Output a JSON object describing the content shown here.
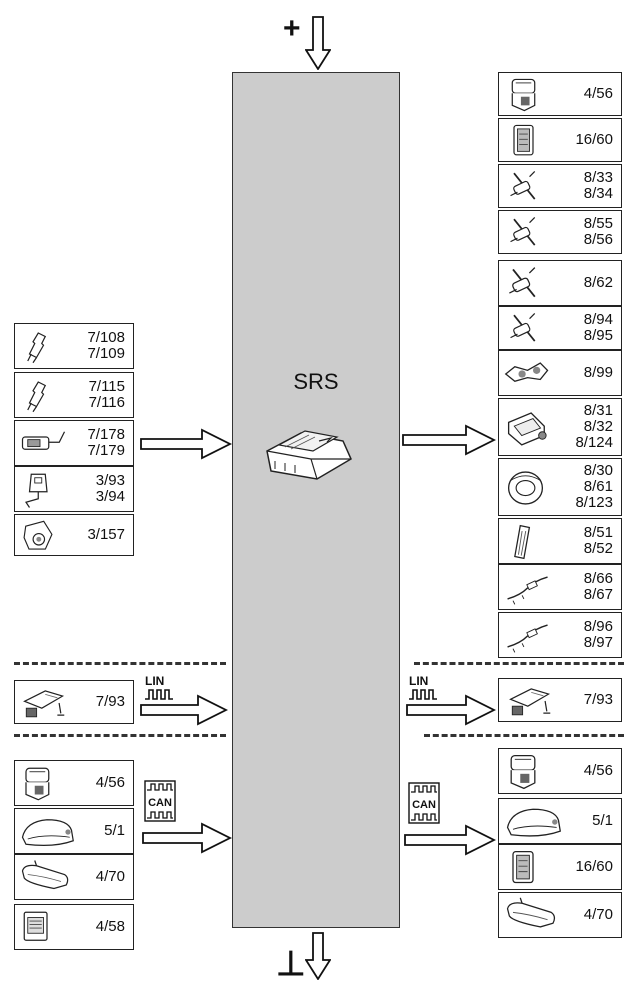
{
  "module": {
    "title": "SRS"
  },
  "supply": {
    "positive": "+",
    "ground": "⊥"
  },
  "left_inputs": [
    {
      "icon": "sensor-icon",
      "lines": [
        "7/108",
        "7/109"
      ]
    },
    {
      "icon": "sensor-icon",
      "lines": [
        "7/115",
        "7/116"
      ]
    },
    {
      "icon": "seat-track-sensor-icon",
      "lines": [
        "7/178",
        "7/179"
      ]
    },
    {
      "icon": "buckle-switch-icon",
      "lines": [
        "3/93",
        "3/94"
      ]
    },
    {
      "icon": "ignition-switch-icon",
      "lines": [
        "3/157"
      ]
    }
  ],
  "right_outputs": [
    {
      "icon": "switch-module-icon",
      "lines": [
        "4/56"
      ]
    },
    {
      "icon": "warning-lamp-icon",
      "lines": [
        "16/60"
      ]
    },
    {
      "icon": "pretensioner-icon",
      "lines": [
        "8/33",
        "8/34"
      ]
    },
    {
      "icon": "pretensioner-icon",
      "lines": [
        "8/55",
        "8/56"
      ]
    },
    {
      "icon": "pretensioner-icon",
      "lines": [
        "8/62"
      ]
    },
    {
      "icon": "pretensioner-icon",
      "lines": [
        "8/94",
        "8/95"
      ]
    },
    {
      "icon": "belt-tensioner-icon",
      "lines": [
        "8/99"
      ]
    },
    {
      "icon": "passenger-airbag-icon",
      "lines": [
        "8/31",
        "8/32",
        "8/124"
      ]
    },
    {
      "icon": "steering-airbag-icon",
      "lines": [
        "8/30",
        "8/61",
        "8/123"
      ]
    },
    {
      "icon": "side-airbag-icon",
      "lines": [
        "8/51",
        "8/52"
      ]
    },
    {
      "icon": "curtain-airbag-icon",
      "lines": [
        "8/66",
        "8/67"
      ]
    },
    {
      "icon": "curtain-airbag-icon",
      "lines": [
        "8/96",
        "8/97"
      ]
    }
  ],
  "lin": {
    "bus_label": "LIN",
    "left": {
      "icon": "rain-sensor-icon",
      "lines": [
        "7/93"
      ]
    },
    "right": {
      "icon": "rain-sensor-icon",
      "lines": [
        "7/93"
      ]
    }
  },
  "can": {
    "bus_label": "CAN",
    "left": [
      {
        "icon": "switch-module-icon",
        "lines": [
          "4/56"
        ]
      },
      {
        "icon": "instrument-cluster-icon",
        "lines": [
          "5/1"
        ]
      },
      {
        "icon": "rear-view-mirror-icon",
        "lines": [
          "4/70"
        ]
      },
      {
        "icon": "control-unit-icon",
        "lines": [
          "4/58"
        ]
      }
    ],
    "right": [
      {
        "icon": "switch-module-icon",
        "lines": [
          "4/56"
        ]
      },
      {
        "icon": "instrument-cluster-icon",
        "lines": [
          "5/1"
        ]
      },
      {
        "icon": "warning-lamp-icon",
        "lines": [
          "16/60"
        ]
      },
      {
        "icon": "rear-view-mirror-icon",
        "lines": [
          "4/70"
        ]
      }
    ]
  }
}
